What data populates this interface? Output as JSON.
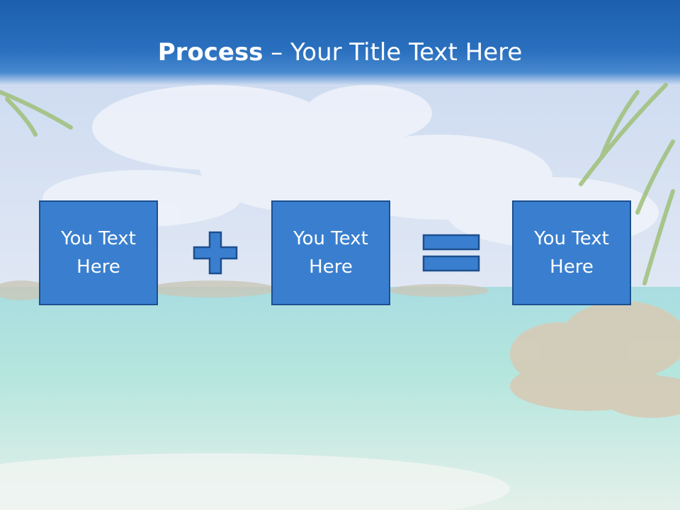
{
  "slide": {
    "title_bold": "Process",
    "title_rest": " – Your Title Text Here"
  },
  "process": {
    "boxes": [
      {
        "text": "You Text Here"
      },
      {
        "text": "You Text Here"
      },
      {
        "text": "You Text Here"
      }
    ],
    "operators": [
      "plus-icon",
      "equals-icon"
    ]
  },
  "colors": {
    "box_fill": "#3a7fcf",
    "box_border": "#1d4f8f",
    "title_band": "#1b5fae"
  }
}
